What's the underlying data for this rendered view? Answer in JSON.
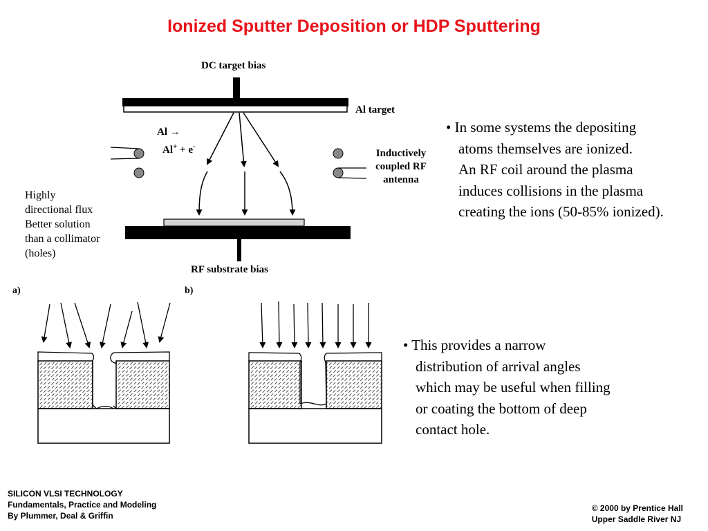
{
  "slide": {
    "title": "Ionized Sputter Deposition or HDP Sputtering"
  },
  "diagram": {
    "dc_bias_label": "DC target bias",
    "target_label": "Al target",
    "reaction_line1": "Al →",
    "reaction_line2_al": "Al",
    "reaction_line2_plus": "+",
    "reaction_line2_e": " + e",
    "reaction_line2_minus": "-",
    "antenna_label": [
      "Inductively",
      "coupled RF",
      "antenna"
    ],
    "substrate_bias_label": "RF substrate bias",
    "side_note": [
      "Highly",
      "directional flux",
      "Better solution",
      "than a collimator",
      "(holes)"
    ],
    "panel_a_label": "a)",
    "panel_b_label": "b)"
  },
  "bullets": [
    {
      "lines": [
        "• In some systems the depositing",
        "atoms themselves are ionized.",
        "An RF coil around the plasma",
        "induces collisions in the plasma",
        "creating the ions (50-85% ionized)."
      ]
    },
    {
      "lines": [
        "• This provides a narrow",
        "distribution of arrival angles",
        "which may be useful when filling",
        "or coating the bottom of deep",
        "contact hole."
      ]
    }
  ],
  "footer": {
    "left": [
      "SILICON VLSI TECHNOLOGY",
      "Fundamentals, Practice and Modeling",
      "By Plummer, Deal & Griffin"
    ],
    "right": [
      "© 2000 by Prentice Hall",
      "Upper Saddle River NJ"
    ]
  }
}
